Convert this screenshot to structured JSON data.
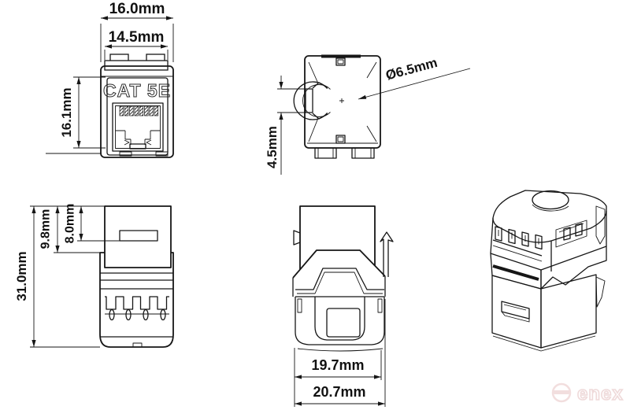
{
  "drawing": {
    "product_label": "CAT 5E",
    "front_view": {
      "width_outer": "16.0mm",
      "width_tab": "14.5mm",
      "height_front": "16.1mm"
    },
    "top_view": {
      "hole_diameter": "Ø6.5mm",
      "slot_height": "4.5mm"
    },
    "side_view": {
      "total_height": "31.0mm",
      "cap_height": "9.8mm",
      "slot_offset": "8.0mm"
    },
    "rear_view": {
      "body_width": "19.7mm",
      "overall_width": "20.7mm"
    },
    "watermark": {
      "brand": "enex",
      "color": "#f2dede"
    }
  }
}
